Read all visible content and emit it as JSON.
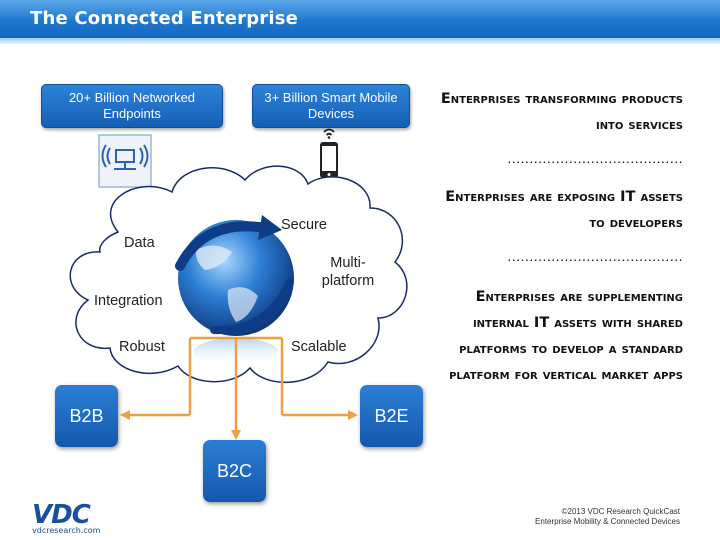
{
  "header": {
    "title": "The Connected Enterprise"
  },
  "top_boxes": [
    {
      "label": "20+ Billion Networked Endpoints"
    },
    {
      "label": "3+ Billion Smart Mobile Devices"
    }
  ],
  "cloud_labels": {
    "data": "Data",
    "secure": "Secure",
    "multi_platform": "Multi-platform",
    "integration": "Integration",
    "robust": "Robust",
    "scalable": "Scalable"
  },
  "models": {
    "b2b": "B2B",
    "b2c": "B2C",
    "b2e": "B2E"
  },
  "statements": [
    "Enterprises transforming products into services",
    "Enterprises are exposing IT assets to developers",
    "Enterprises are supplementing internal IT assets with shared platforms to develop a standard platform for vertical market apps"
  ],
  "separators": [
    "........................................",
    "........................................"
  ],
  "footer": {
    "copyright": "©2013 VDC Research QuickCast",
    "subtitle": "Enterprise Mobility & Connected Devices",
    "logo_text": "VDC",
    "logo_url": "vdcresearch.com"
  },
  "colors": {
    "brand_blue": "#1f78cf",
    "arrow_orange": "#f0a040"
  },
  "icons": [
    "network-endpoint-icon",
    "smartphone-icon",
    "globe-icon"
  ]
}
